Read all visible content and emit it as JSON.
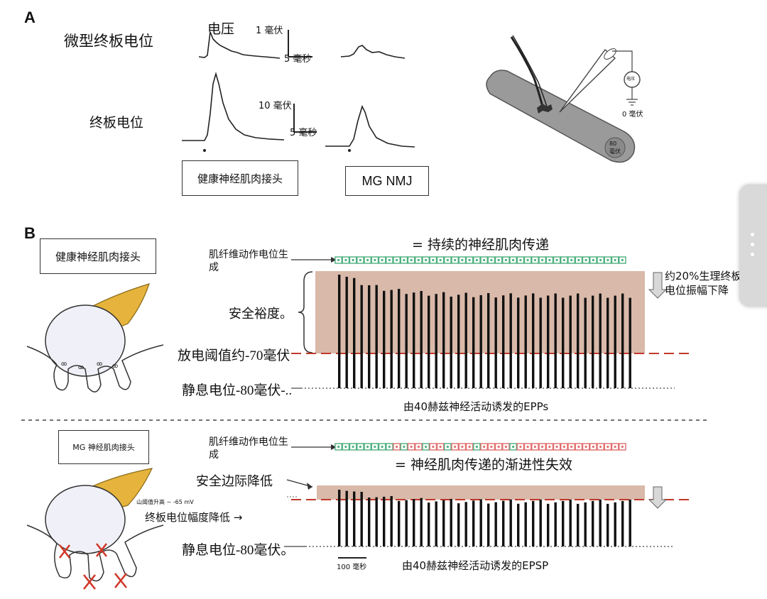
{
  "panel_a": {
    "letter": "A",
    "mepp_label": "微型终板电位",
    "voltage_label": "电压",
    "mepp_scale_v": "1 毫伏",
    "mepp_scale_t": "5 毫秒",
    "epp_label": "终板电位",
    "epp_scale_v": "10 毫伏",
    "epp_scale_t": "5 毫秒",
    "healthy_box": "健康神经肌肉接头",
    "mg_box": "MG NMJ",
    "electrode_meter": "电压",
    "zero_mv": "0 毫伏",
    "fiber_mv_top": "80",
    "fiber_mv_bottom": "毫伏"
  },
  "panel_b": {
    "letter": "B",
    "healthy": {
      "box": "健康神经肌肉接头",
      "ap_label_1": "肌纤维动作电位生",
      "ap_label_2": "成",
      "title": "= 持续的神经肌肉传递",
      "safety": "安全裕度。",
      "threshold": "放电阈值约-70毫伏",
      "rest": "静息电位-80毫伏-..",
      "footer": "由40赫兹神经活动诱发的EPPs",
      "note_1": "约20%生理终板",
      "note_2": "电位振幅下降"
    },
    "mg": {
      "box": "MG 神经肌肉接头",
      "ap_label_1": "肌纤维动作电位生",
      "ap_label_2": "成",
      "title": "= 神经肌肉传递的渐进性失效",
      "safety": "安全边际降低",
      "threshold_small": "山阈值升高 ~ -65 mV",
      "epp_reduced": "终板电位幅度降低 →",
      "rest": "静息电位-80毫伏。",
      "scale": "100 毫秒",
      "footer": "由40赫兹神经活动诱发的EPSP"
    }
  },
  "colors": {
    "safety_fill": "#d9b9a9",
    "threshold": "#c0392b",
    "ap_green": "#4caf7d",
    "ap_red": "#e26d6d",
    "nerve_terminal": "#e6b43c",
    "fiber": "#9a9a9a"
  },
  "icons": {
    "down_arrow": "down-arrow-icon",
    "menu": "kebab-menu-icon"
  }
}
